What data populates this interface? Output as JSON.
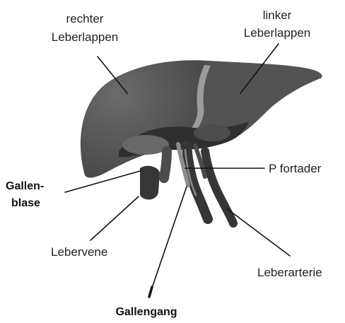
{
  "labels": {
    "right_lobe": {
      "line1": "rechter",
      "line2": "Leberlappen"
    },
    "left_lobe": {
      "line1": "linker",
      "line2": "Leberlappen"
    },
    "gallbladder": {
      "line1": "Gallen-",
      "line2": "blase"
    },
    "portal_vein": "P fortader",
    "hepatic_vein": "Lebervene",
    "hepatic_artery": "Leberarterie",
    "bile_duct": "Gallengang"
  },
  "colors": {
    "background": "#ffffff",
    "liver_main": "#4a4a4a",
    "liver_left_lobe": "#535353",
    "liver_underside": "#2f2f2f",
    "quadrate_lobe": "#686868",
    "ligament": "#9c9c9c",
    "vessel_dark": "#363636",
    "vessel_mid": "#4c4c4c",
    "vessel_light": "#8c8c8c",
    "line": "#111111"
  }
}
